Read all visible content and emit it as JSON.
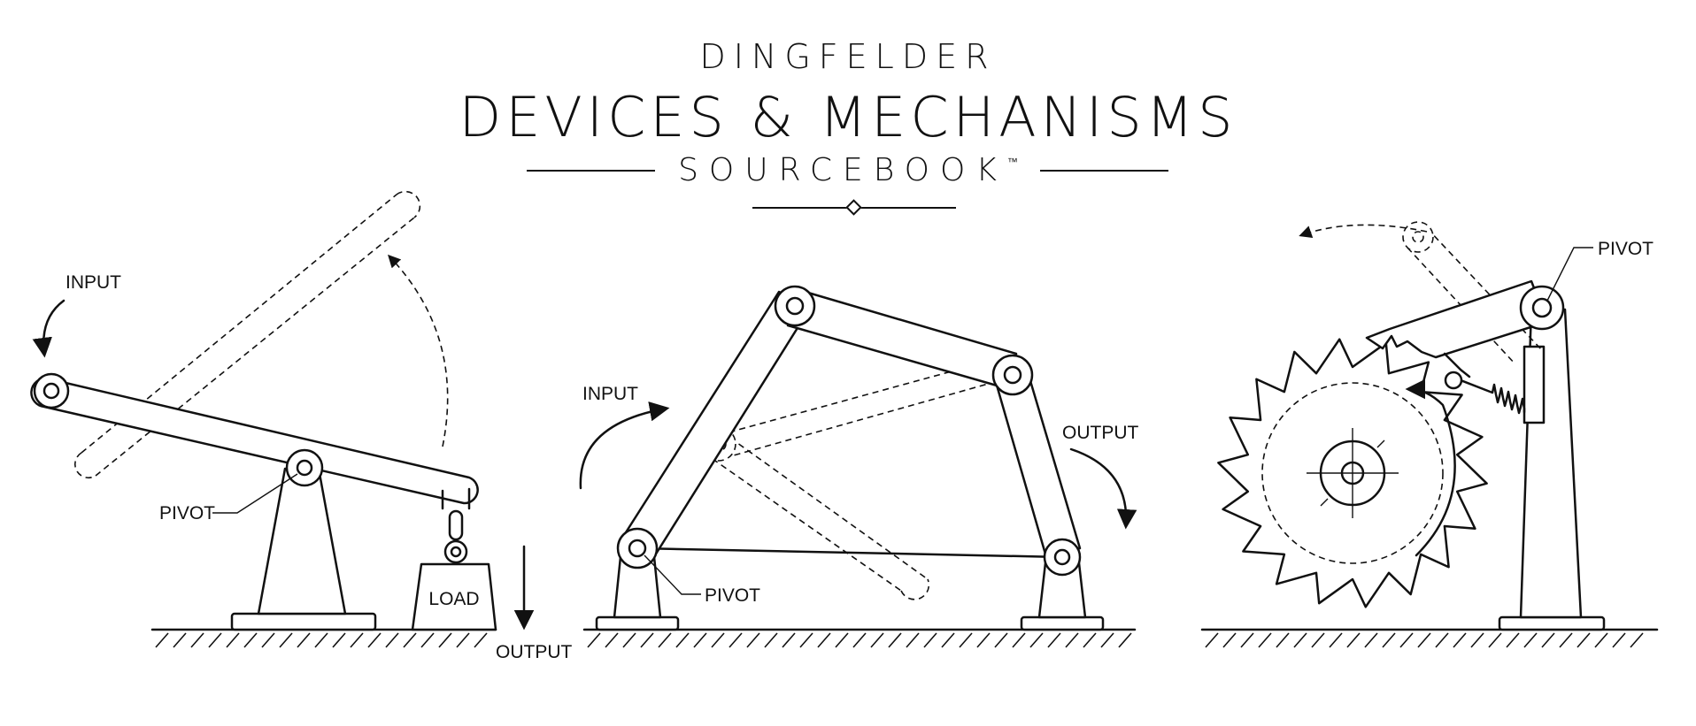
{
  "header": {
    "publisher": "DINGFELDER",
    "title": "DEVICES & MECHANISMS",
    "subtitle": "SOURCEBOOK",
    "trademark": "™"
  },
  "lever": {
    "input_label": "INPUT",
    "pivot_label": "PIVOT",
    "load_label": "LOAD",
    "output_label": "OUTPUT"
  },
  "linkage": {
    "input_label": "INPUT",
    "pivot_label": "PIVOT",
    "output_label": "OUTPUT"
  },
  "ratchet": {
    "pivot_label": "PIVOT"
  }
}
